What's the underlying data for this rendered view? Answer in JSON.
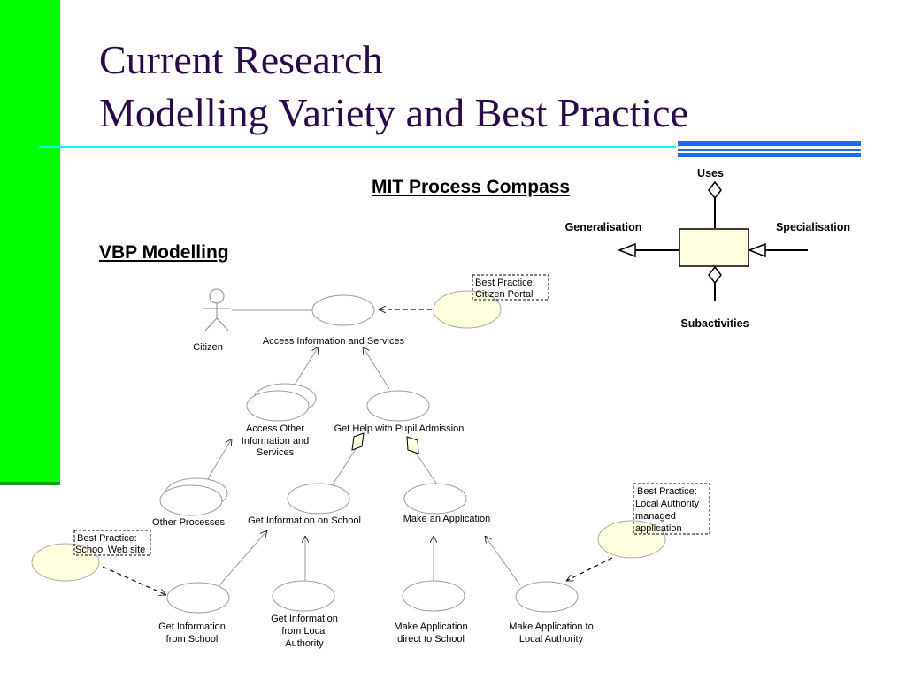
{
  "title": {
    "line1": "Current Research",
    "line2": "Modelling Variety and Best Practice"
  },
  "headings": {
    "mit": "MIT Process Compass",
    "vbp": "VBP Modelling"
  },
  "compass": {
    "uses": "Uses",
    "generalisation": "Generalisation",
    "specialisation": "Specialisation",
    "subactivities": "Subactivities"
  },
  "actor": {
    "name": "Citizen"
  },
  "use_cases": {
    "access_info": "Access Information and Services",
    "access_other": [
      "Access Other",
      "Information and",
      "Services"
    ],
    "get_help": "Get Help with Pupil Admission",
    "other_processes": "Other Processes",
    "get_info_school": "Get Information on School",
    "make_application": "Make an Application",
    "info_from_school": [
      "Get Information",
      "from School"
    ],
    "info_from_la": [
      "Get Information",
      "from Local",
      "Authority"
    ],
    "app_direct_school": [
      "Make Application",
      "direct to School"
    ],
    "app_to_la": [
      "Make Application to",
      "Local Authority"
    ]
  },
  "best_practice": {
    "citizen_portal": [
      "Best Practice:",
      "Citizen Portal"
    ],
    "school_web": [
      "Best Practice:",
      "School Web site"
    ],
    "la_managed": [
      "Best Practice:",
      "Local Authority",
      "managed",
      "application"
    ]
  },
  "colors": {
    "sidebar": "#00ff00",
    "title": "#2a0a4a",
    "accent_line": "#00ffff",
    "accent_bar": "#1a6cf0",
    "best_practice_fill": "#ffffe0",
    "compass_box_fill": "#ffffe0"
  }
}
